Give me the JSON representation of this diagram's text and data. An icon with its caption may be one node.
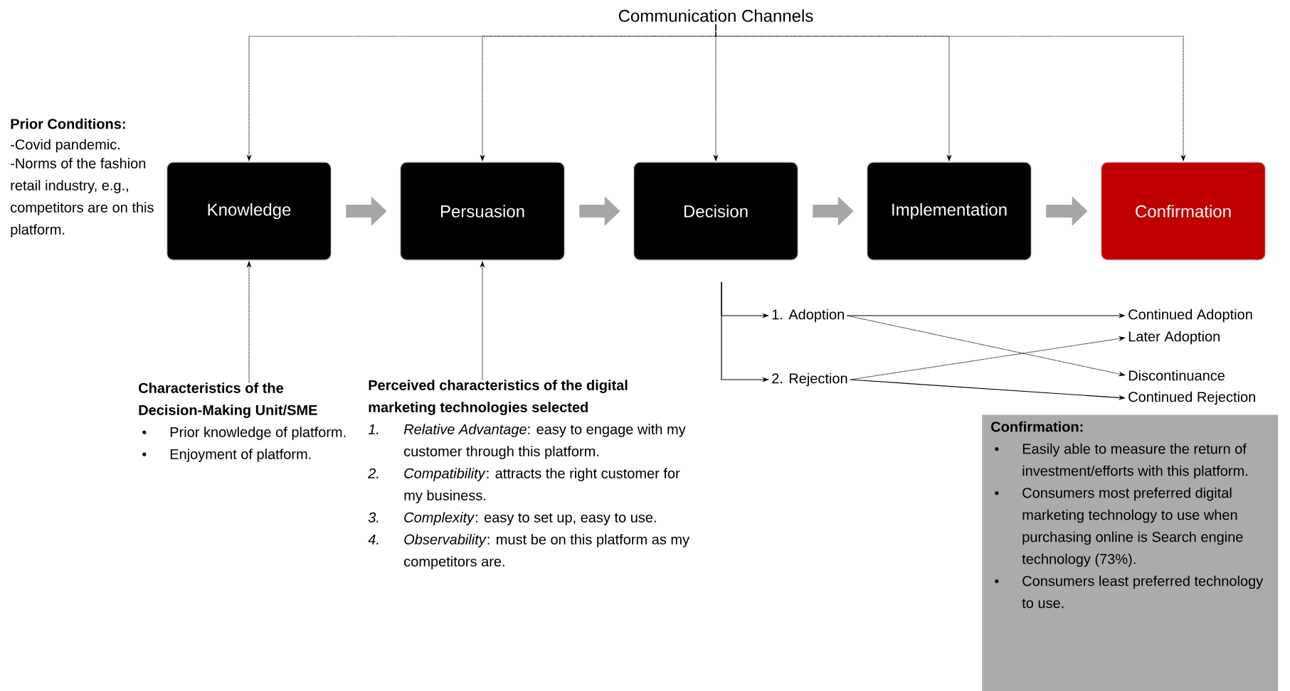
{
  "diagram": {
    "nodes": [
      {
        "text": [
          "Communication Channels"
        ]
      },
      {
        "text": [
          "Knowledge"
        ]
      },
      {
        "text": [
          "Persuasion"
        ]
      },
      {
        "text": [
          "Decision"
        ]
      },
      {
        "text": [
          "Implementation"
        ]
      },
      {
        "text": [
          "Confirmation"
        ]
      },
      {
        "text": [
          "Characteristics of the Decision-Making Unit/SME",
          "Prior knowledge of platform.",
          "Enjoyment of platform."
        ]
      },
      {
        "text": [
          "Perceived characteristics of the digital marketing technologies selected",
          "1.",
          "*Relative Advantage*: easy to engage with my customer through this platform.",
          "2.",
          "*Compatibility*: attracts the right customer for my business.",
          "3.",
          "*Complexity*: easy to set up, easy to use.",
          "4.",
          "*Observability*: must be on this platform as my competitors are."
        ]
      },
      {
        "text": [
          "1. Adoption"
        ]
      },
      {
        "text": [
          "2. Rejection"
        ]
      },
      {
        "text": [
          "Continued Adoption"
        ]
      },
      {
        "text": [
          "Later Adoption"
        ]
      },
      {
        "text": [
          "Discontinuance"
        ]
      },
      {
        "text": [
          "Continued Rejection"
        ]
      },
      {
        "text": [
          "Confirmation:",
          "Easily able to measure the return of investment/efforts with this platform.",
          "Consumers most preferred digital marketing technology to use when purchasing online is Search engine technology (73%).",
          "Consumers least preferred technology to use."
        ]
      }
    ],
    "edges": [
      {
        "from": 0,
        "to": 1,
        "arrow": "to",
        "style": "dashed"
      },
      {
        "from": 0,
        "to": 2,
        "arrow": "to",
        "style": "dashed"
      },
      {
        "from": 0,
        "to": 3,
        "arrow": "to",
        "style": "dashed"
      },
      {
        "from": 0,
        "to": 4,
        "arrow": "to",
        "style": "dashed"
      },
      {
        "from": 0,
        "to": 5,
        "arrow": "to",
        "style": "dashed"
      },
      {
        "from": 1,
        "to": 2,
        "arrow": "to",
        "style": "thick",
        "color": "#a6a6a6"
      },
      {
        "from": 2,
        "to": 3,
        "arrow": "to",
        "style": "thick",
        "color": "#a6a6a6"
      },
      {
        "from": 3,
        "to": 4,
        "arrow": "to",
        "style": "thick",
        "color": "#a6a6a6"
      },
      {
        "from": 4,
        "to": 5,
        "arrow": "to",
        "style": "thick",
        "color": "#a6a6a6"
      },
      {
        "from": 6,
        "to": 1,
        "arrow": "to",
        "style": "dashed"
      },
      {
        "from": 7,
        "to": 2,
        "arrow": "to",
        "style": "dashed"
      },
      {
        "from": 3,
        "to": 8,
        "arrow": "to"
      },
      {
        "from": 3,
        "to": 9,
        "arrow": "to"
      },
      {
        "from": 8,
        "to": 10,
        "arrow": "to"
      },
      {
        "from": 8,
        "to": 12,
        "arrow": "to",
        "style": "dashed"
      },
      {
        "from": 9,
        "to": 11,
        "arrow": "to",
        "style": "dashed"
      },
      {
        "from": 9,
        "to": 13,
        "arrow": "to"
      }
    ],
    "labels": [
      "Prior Conditions:",
      "-Covid pandemic.",
      "-Norms of the fashion retail industry, e.g., competitors are on this platform."
    ]
  }
}
